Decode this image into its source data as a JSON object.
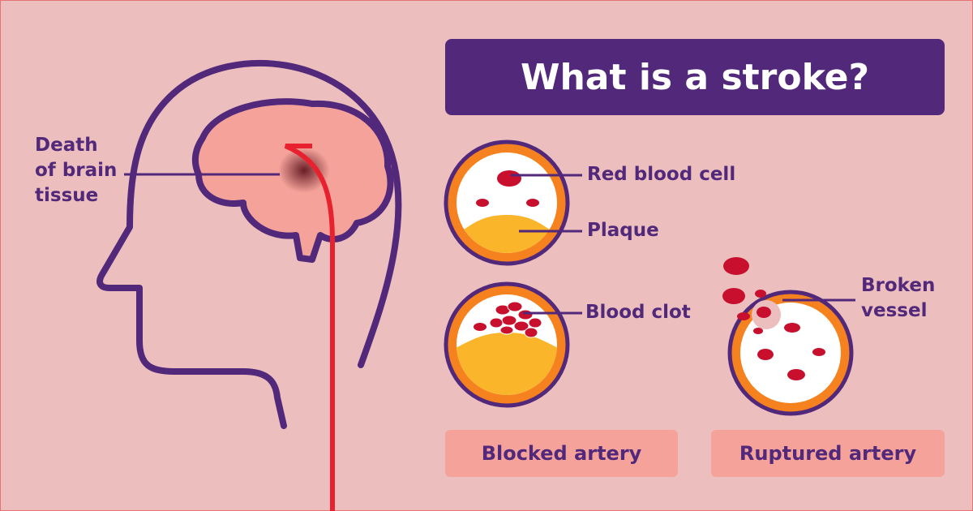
{
  "title": "What is a stroke?",
  "labels": {
    "brain_death_1": "Death",
    "brain_death_2": "of brain",
    "brain_death_3": "tissue",
    "red_blood_cell": "Red blood cell",
    "plaque": "Plaque",
    "blood_clot": "Blood clot",
    "broken_1": "Broken",
    "broken_2": "vessel"
  },
  "captions": {
    "blocked": "Blocked artery",
    "ruptured": "Ruptured artery"
  },
  "colors": {
    "purple": "#52287a",
    "background": "#ecbfbe",
    "brain": "#f5a39a",
    "red": "#e8212e",
    "orange": "#f5821f",
    "plaque": "#fbb52b"
  }
}
